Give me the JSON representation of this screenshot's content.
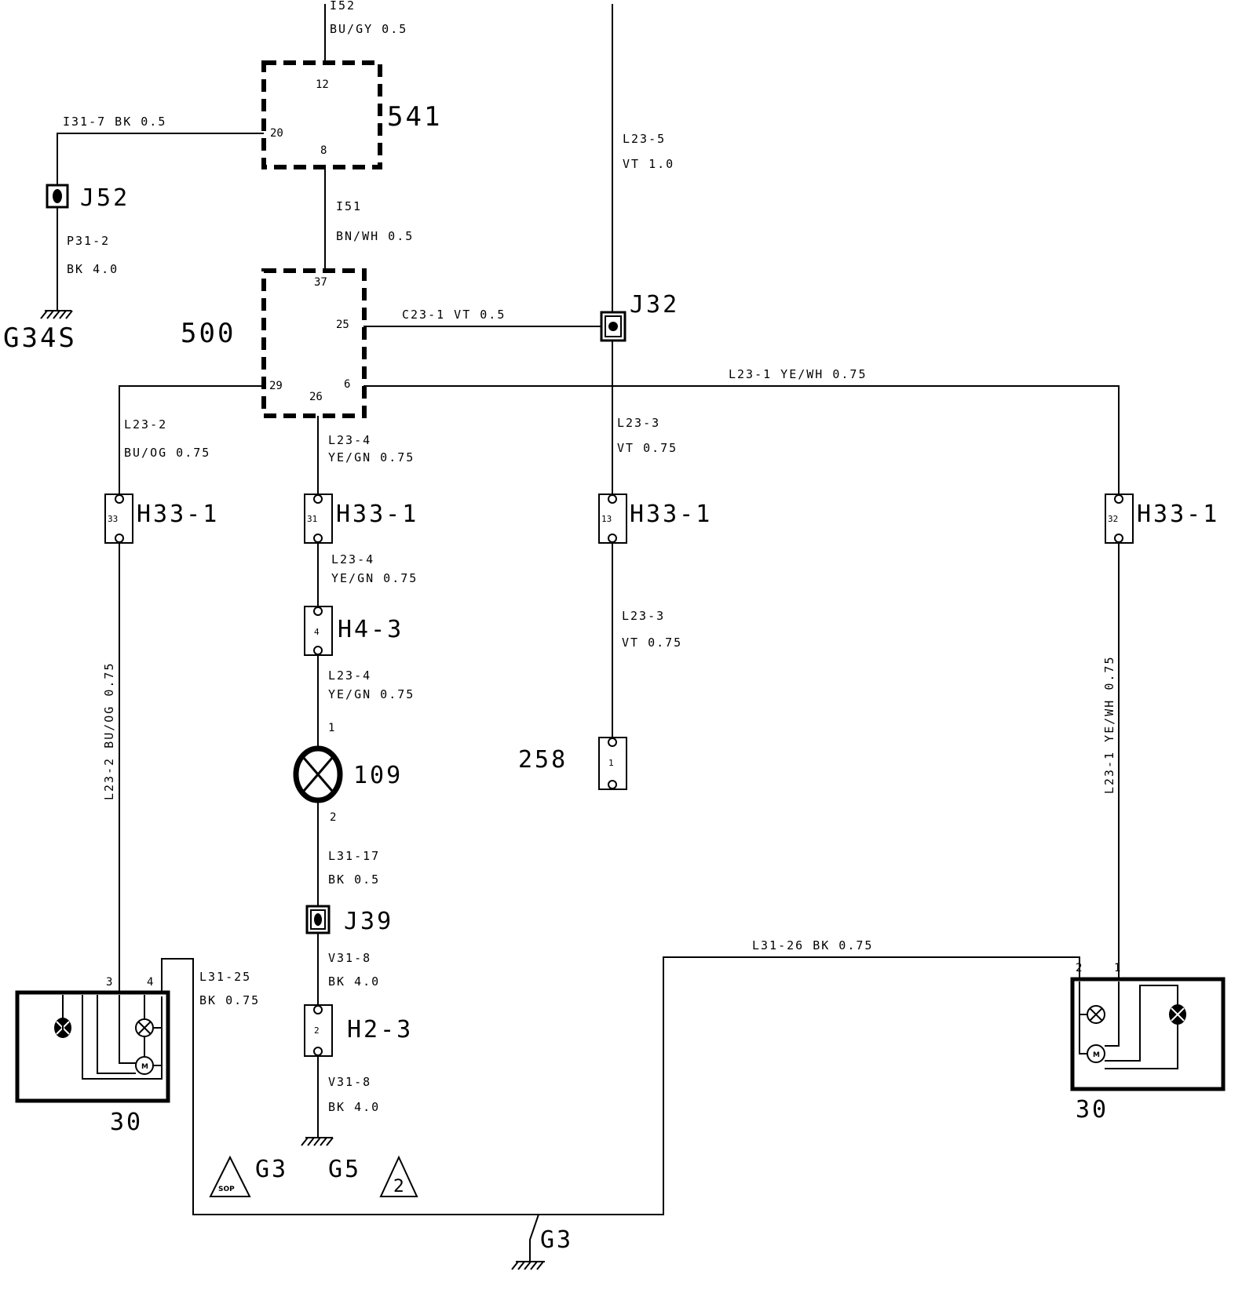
{
  "components": {
    "c541": {
      "id": "541",
      "pins": [
        "12",
        "20",
        "8"
      ]
    },
    "c500": {
      "id": "500",
      "pins": [
        "37",
        "25",
        "29",
        "26",
        "6"
      ]
    },
    "j52": "J52",
    "j32": "J32",
    "j39": "J39",
    "g34s": "G34S",
    "g3_bottom": "G3",
    "h33_a": {
      "label": "H33-1",
      "pin": "33"
    },
    "h33_b": {
      "label": "H33-1",
      "pin": "31"
    },
    "h33_c": {
      "label": "H33-1",
      "pin": "13"
    },
    "h33_d": {
      "label": "H33-1",
      "pin": "32"
    },
    "h4": {
      "label": "H4-3",
      "pin": "4"
    },
    "h2": {
      "label": "H2-3",
      "pin": "2"
    },
    "c258": {
      "label": "258",
      "pin": "1"
    },
    "lamp109": {
      "label": "109",
      "pin_top": "1",
      "pin_bottom": "2"
    },
    "lamp_left": {
      "label": "30",
      "pin_a": "3",
      "pin_b": "4"
    },
    "lamp_right": {
      "label": "30",
      "pin_a": "2",
      "pin_b": "1"
    },
    "ref_tri1": {
      "symbol": "SOP",
      "label": "G3"
    },
    "ref_tri2": {
      "symbol": "2",
      "label": "G5"
    }
  },
  "wires": {
    "i52": {
      "circuit": "I52",
      "spec": "BU/GY  0.5"
    },
    "i31_7": "I31-7  BK 0.5",
    "l23_5": {
      "circuit": "L23-5",
      "spec": "VT 1.0"
    },
    "i51": {
      "circuit": "I51",
      "spec": "BN/WH  0.5"
    },
    "p31_2": {
      "circuit": "P31-2",
      "spec": "BK 4.0"
    },
    "c23_1": "C23-1  VT  0.5",
    "l23_1_top": "L23-1  YE/WH  0.75",
    "l23_2_top": {
      "circuit": "L23-2",
      "spec": "BU/OG 0.75"
    },
    "l23_4_a": {
      "circuit": "L23-4",
      "spec": "YE/GN 0.75"
    },
    "l23_3_a": {
      "circuit": "L23-3",
      "spec": "VT 0.75"
    },
    "l23_2_side": "L23-2  BU/OG  0.75",
    "l23_4_b": {
      "circuit": "L23-4",
      "spec": "YE/GN 0.75"
    },
    "l23_3_b": {
      "circuit": "L23-3",
      "spec": "VT  0.75"
    },
    "l23_1_side": "L23-1  YE/WH  0.75",
    "l23_4_c": {
      "circuit": "L23-4",
      "spec": "YE/GN 0.75"
    },
    "l31_17": {
      "circuit": "L31-17",
      "spec": "BK  0.5"
    },
    "l31_26": "L31-26 BK 0.75",
    "v31_8_a": {
      "circuit": "V31-8",
      "spec": "BK  4.0"
    },
    "l31_25": {
      "circuit": "L31-25",
      "spec": "BK  0.75"
    },
    "v31_8_b": {
      "circuit": "V31-8",
      "spec": "BK  4.0"
    }
  }
}
